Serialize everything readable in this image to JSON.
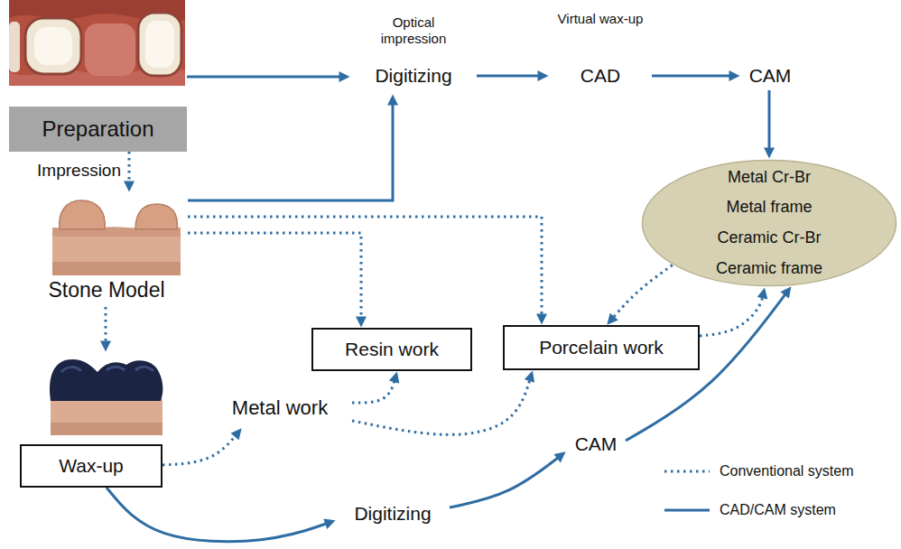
{
  "diagram": {
    "nodes": [
      {
        "text": [
          "Preparation"
        ]
      },
      {
        "text": [
          "Optical impression",
          "Digitizing"
        ]
      },
      {
        "text": [
          "Virtual wax-up",
          "CAD"
        ]
      },
      {
        "text": [
          "CAM"
        ]
      },
      {
        "text": [
          "Stone Model"
        ]
      },
      {
        "text": [
          "Metal Cr-Br",
          "Metal frame",
          "Ceramic Cr-Br",
          "Ceramic frame"
        ]
      },
      {
        "text": [
          "Resin work"
        ]
      },
      {
        "text": [
          "Porcelain work"
        ]
      },
      {
        "text": [
          "Wax-up"
        ]
      },
      {
        "text": [
          "Metal work"
        ]
      },
      {
        "text": [
          "CAM"
        ]
      },
      {
        "text": [
          "Digitizing"
        ]
      }
    ],
    "edges": [
      {
        "from": 0,
        "to": 1,
        "arrow": "to"
      },
      {
        "from": 0,
        "to": 4,
        "label": "Impression",
        "arrow": "to"
      },
      {
        "from": 1,
        "to": 2,
        "arrow": "to"
      },
      {
        "from": 2,
        "to": 3,
        "arrow": "to"
      },
      {
        "from": 3,
        "to": 5,
        "arrow": "to"
      },
      {
        "from": 4,
        "to": 1,
        "arrow": "to"
      },
      {
        "from": 4,
        "to": 7,
        "arrow": "to"
      },
      {
        "from": 4,
        "to": 6,
        "arrow": "to"
      },
      {
        "from": 4,
        "to": 8,
        "arrow": "to"
      },
      {
        "from": 5,
        "to": 7,
        "arrow": "to"
      },
      {
        "from": 7,
        "to": 5,
        "arrow": "to"
      },
      {
        "from": 8,
        "to": 9,
        "arrow": "to"
      },
      {
        "from": 9,
        "to": 6,
        "arrow": "to"
      },
      {
        "from": 9,
        "to": 7,
        "arrow": "to"
      },
      {
        "from": 8,
        "to": 11,
        "arrow": "to"
      },
      {
        "from": 11,
        "to": 10,
        "arrow": "to"
      },
      {
        "from": 10,
        "to": 5,
        "arrow": "to"
      }
    ],
    "legend": [
      {
        "text": "Conventional system"
      },
      {
        "text": "CAD/CAM system"
      }
    ]
  }
}
